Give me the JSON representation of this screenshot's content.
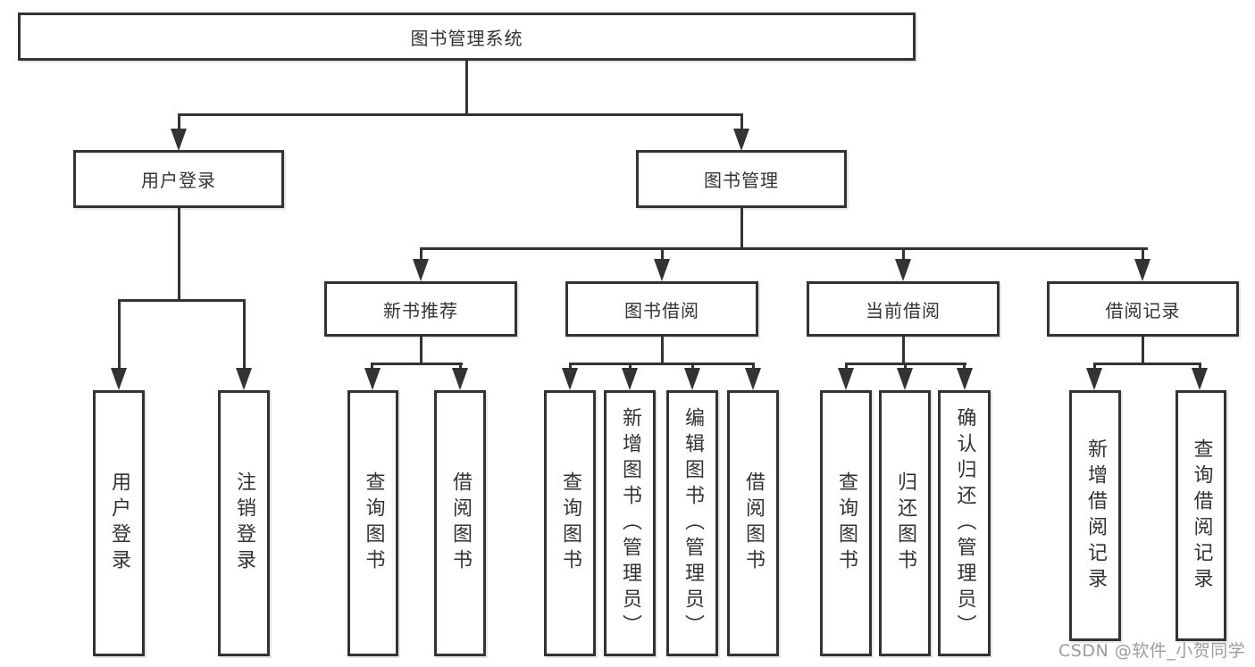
{
  "colors": {
    "line": "#333333",
    "text": "#333333",
    "background": "#ffffff",
    "watermark": "#9c9c9c"
  },
  "watermark": {
    "text": "CSDN @软件_小贺同学"
  },
  "tree": {
    "label": "图书管理系统",
    "children": [
      {
        "label": "用户登录",
        "children": [
          {
            "label": "用户登录"
          },
          {
            "label": "注销登录"
          }
        ]
      },
      {
        "label": "图书管理",
        "children": [
          {
            "label": "新书推荐",
            "children": [
              {
                "label": "查询图书"
              },
              {
                "label": "借阅图书"
              }
            ]
          },
          {
            "label": "图书借阅",
            "children": [
              {
                "label": "查询图书"
              },
              {
                "label": "新增图书（管理员）"
              },
              {
                "label": "编辑图书（管理员）"
              },
              {
                "label": "借阅图书"
              }
            ]
          },
          {
            "label": "当前借阅",
            "children": [
              {
                "label": "查询图书"
              },
              {
                "label": "归还图书"
              },
              {
                "label": "确认归还（管理员）"
              }
            ]
          },
          {
            "label": "借阅记录",
            "children": [
              {
                "label": "新增借阅记录"
              },
              {
                "label": "查询借阅记录"
              }
            ]
          }
        ]
      }
    ]
  }
}
